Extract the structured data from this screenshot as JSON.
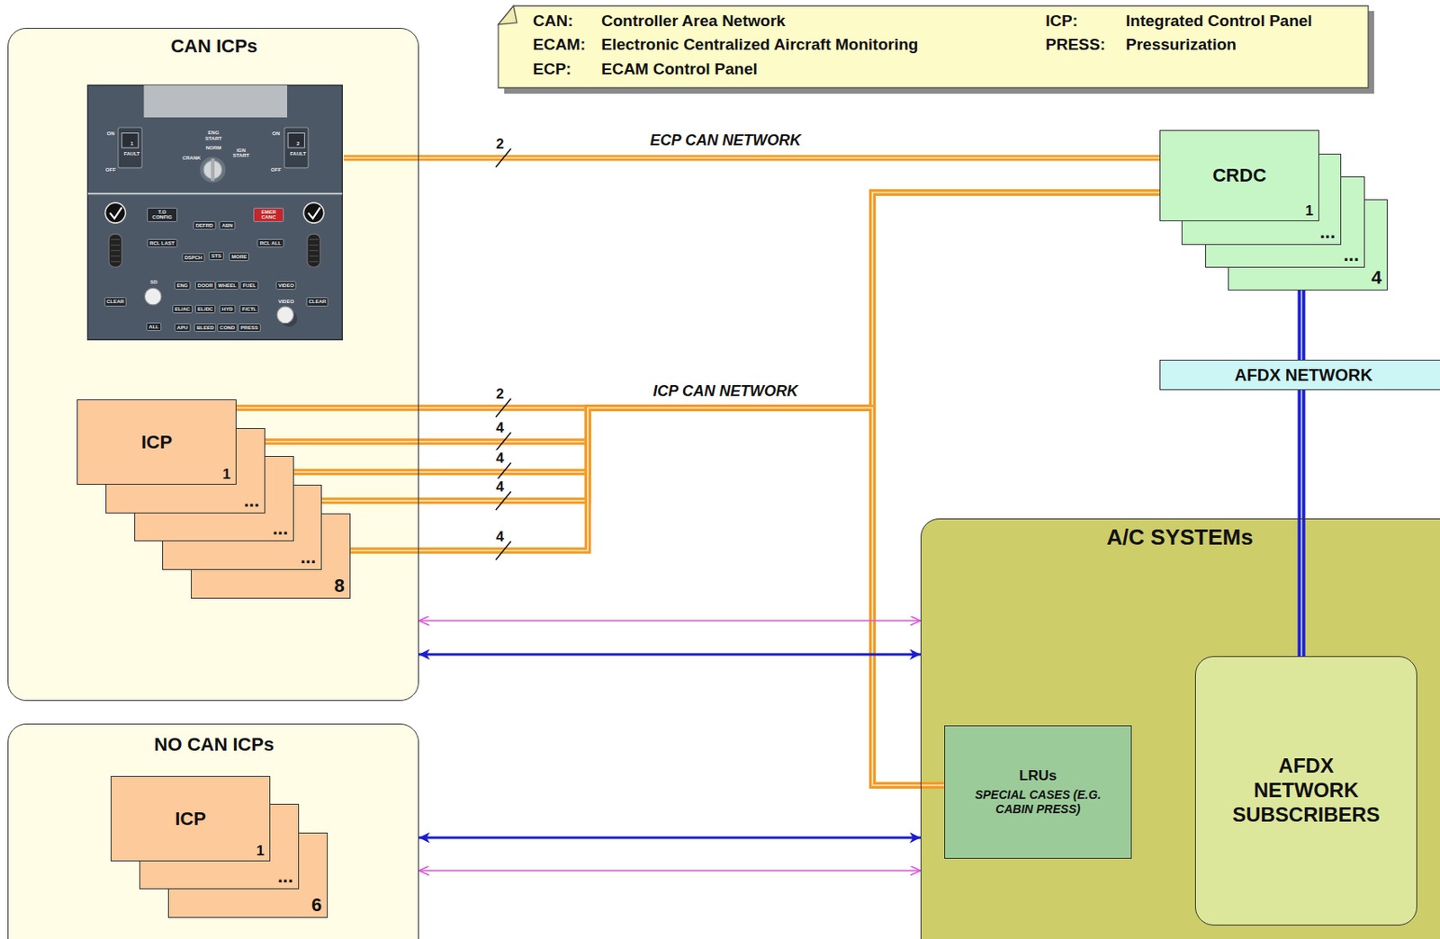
{
  "diagram": {
    "nodes": [
      {
        "text": [
          "CAN:",
          "Controller Area Network",
          "ICP:",
          "Integrated Control Panel",
          "ECAM:",
          "Electronic Centralized Aircraft Monitoring",
          "PRESS:",
          "Pressurization",
          "ECP:",
          "ECAM Control Panel"
        ]
      },
      {
        "text": [
          "CAN ICPs"
        ]
      },
      {
        "text": [
          "ON",
          "1",
          "FAULT",
          "OFF",
          "ENG START",
          "NORM",
          "CRANK",
          "IGN START",
          "ON",
          "2",
          "FAULT",
          "OFF",
          "T.O CONFIG",
          "DEFRD",
          "ABN",
          "EMER CANC",
          "RCL LAST",
          "RCL ALL",
          "DSPCH",
          "STS",
          "MORE",
          "SD",
          "ENG",
          "DOOR",
          "WHEEL",
          "FUEL",
          "VIDEO",
          "CLEAR",
          "EL/AC",
          "EL/DC",
          "HYD",
          "F/CTL",
          "VIDEO",
          "CLEAR",
          "ALL",
          "APU",
          "BLEED",
          "COND",
          "PRESS"
        ],
        "in": 1
      },
      {
        "text": [
          "ICP",
          "1"
        ],
        "in": 1
      },
      {
        "text": [
          "..."
        ],
        "in": 1
      },
      {
        "text": [
          "..."
        ],
        "in": 1
      },
      {
        "text": [
          "..."
        ],
        "in": 1
      },
      {
        "text": [
          "8"
        ],
        "in": 1
      },
      {
        "text": [
          "NO CAN ICPs"
        ]
      },
      {
        "text": [
          "ICP",
          "1"
        ],
        "in": 8
      },
      {
        "text": [
          "..."
        ],
        "in": 8
      },
      {
        "text": [
          "6"
        ],
        "in": 8
      },
      {
        "text": [
          "CRDC",
          "1"
        ]
      },
      {
        "text": [
          "..."
        ]
      },
      {
        "text": [
          "..."
        ]
      },
      {
        "text": [
          "4"
        ]
      },
      {
        "text": [
          "AFDX NETWORK"
        ]
      },
      {
        "text": [
          "A/C SYSTEMs"
        ]
      },
      {
        "text": [
          "LRUs",
          "SPECIAL CASES (E.G. CABIN PRESS)"
        ],
        "in": 17
      },
      {
        "text": [
          "AFDX NETWORK SUBSCRIBERS"
        ],
        "in": 17
      }
    ],
    "edges": [
      {
        "from": 2,
        "to": 12,
        "arrow": "none",
        "label": "ECP CAN NETWORK"
      },
      {
        "from": 3,
        "to": 12,
        "arrow": "none",
        "label": "ICP CAN NETWORK"
      },
      {
        "from": 3,
        "to": 18,
        "arrow": "none"
      },
      {
        "from": 4,
        "to": 12,
        "arrow": "none"
      },
      {
        "from": 4,
        "to": 18,
        "arrow": "none"
      },
      {
        "from": 5,
        "to": 12,
        "arrow": "none"
      },
      {
        "from": 5,
        "to": 18,
        "arrow": "none"
      },
      {
        "from": 6,
        "to": 12,
        "arrow": "none"
      },
      {
        "from": 6,
        "to": 18,
        "arrow": "none"
      },
      {
        "from": 7,
        "to": 12,
        "arrow": "none"
      },
      {
        "from": 7,
        "to": 18,
        "arrow": "none"
      },
      {
        "from": 15,
        "to": 16,
        "arrow": "none"
      },
      {
        "from": 16,
        "to": 19,
        "arrow": "none"
      },
      {
        "from": 1,
        "to": 17,
        "arrow": "both"
      },
      {
        "from": 1,
        "to": 17,
        "arrow": "both"
      },
      {
        "from": 8,
        "to": 17,
        "arrow": "both"
      },
      {
        "from": 8,
        "to": 17,
        "arrow": "both"
      }
    ],
    "labels": [
      "2",
      "2",
      "4",
      "4",
      "4",
      "4"
    ]
  }
}
